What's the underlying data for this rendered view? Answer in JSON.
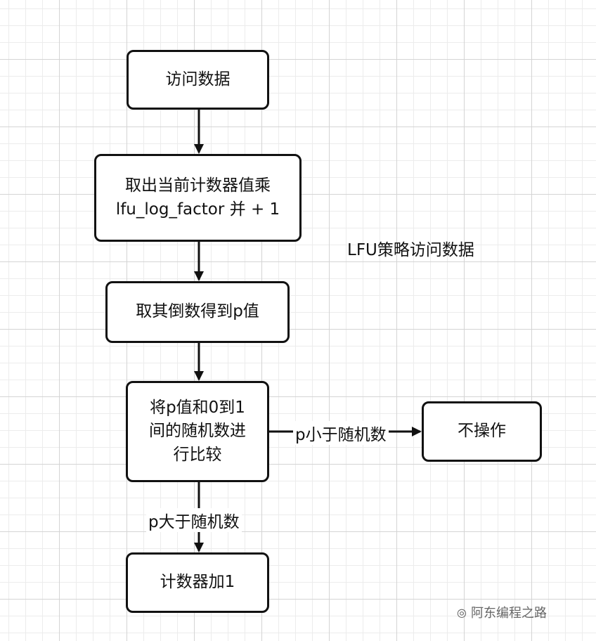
{
  "title": "LFU策略访问数据",
  "nodes": {
    "visit": "访问数据",
    "compute": "取出当前计数器值乘\nlfu_log_factor 并 + 1",
    "reciprocal": "取其倒数得到p值",
    "compare": "将p值和0到1\n间的随机数进\n行比较",
    "no_op": "不操作",
    "increment": "计数器加1"
  },
  "edges": {
    "less_label": "p小于随机数",
    "greater_label": "p大于随机数"
  },
  "watermark": {
    "text": "阿东编程之路",
    "logo_icon": "wechat-channel-icon"
  },
  "colors": {
    "stroke": "#111111",
    "grid": "#d4d4d4",
    "background": "#ffffff"
  }
}
